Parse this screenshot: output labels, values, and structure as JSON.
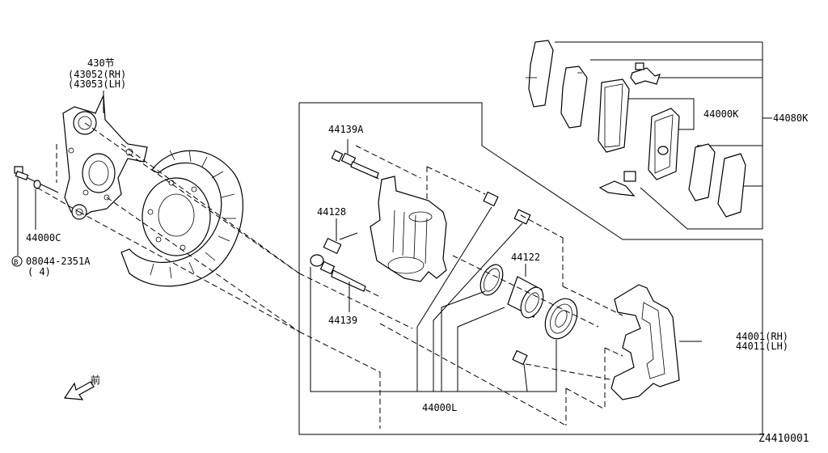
{
  "diagram": {
    "labels": {
      "knuckle_main": "430节",
      "knuckle_rh": "(43052(RH)",
      "knuckle_lh": "(43053(LH)",
      "washer": "44000C",
      "bolt_circle": "B",
      "bolt": "08044-2351A",
      "bolt_qty": "( 4)",
      "pin_boot_a": "44139A",
      "bushing": "44128",
      "pin": "44139",
      "piston": "44122",
      "caliper_assy": "44000L",
      "pad_set": "44000K",
      "pad_kit": "44080K",
      "bracket_rh": "44001(RH)",
      "bracket_lh": "44011(LH)",
      "front": "前",
      "diagram_code": "Z4410001"
    }
  }
}
